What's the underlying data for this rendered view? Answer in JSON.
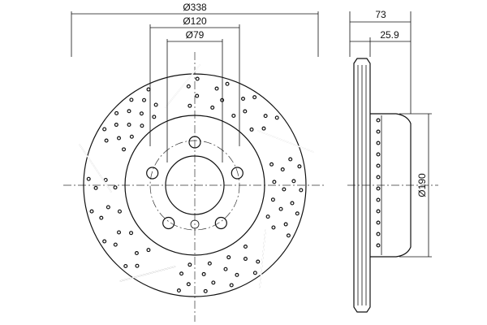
{
  "dimensions": {
    "outer_diameter": "Ø338",
    "bolt_circle_diameter": "Ø120",
    "center_bore_diameter": "Ø79",
    "total_height": "73",
    "disc_thickness": "25.9",
    "hat_diameter": "Ø190"
  },
  "colors": {
    "line": "#111111",
    "background": "#ffffff"
  }
}
